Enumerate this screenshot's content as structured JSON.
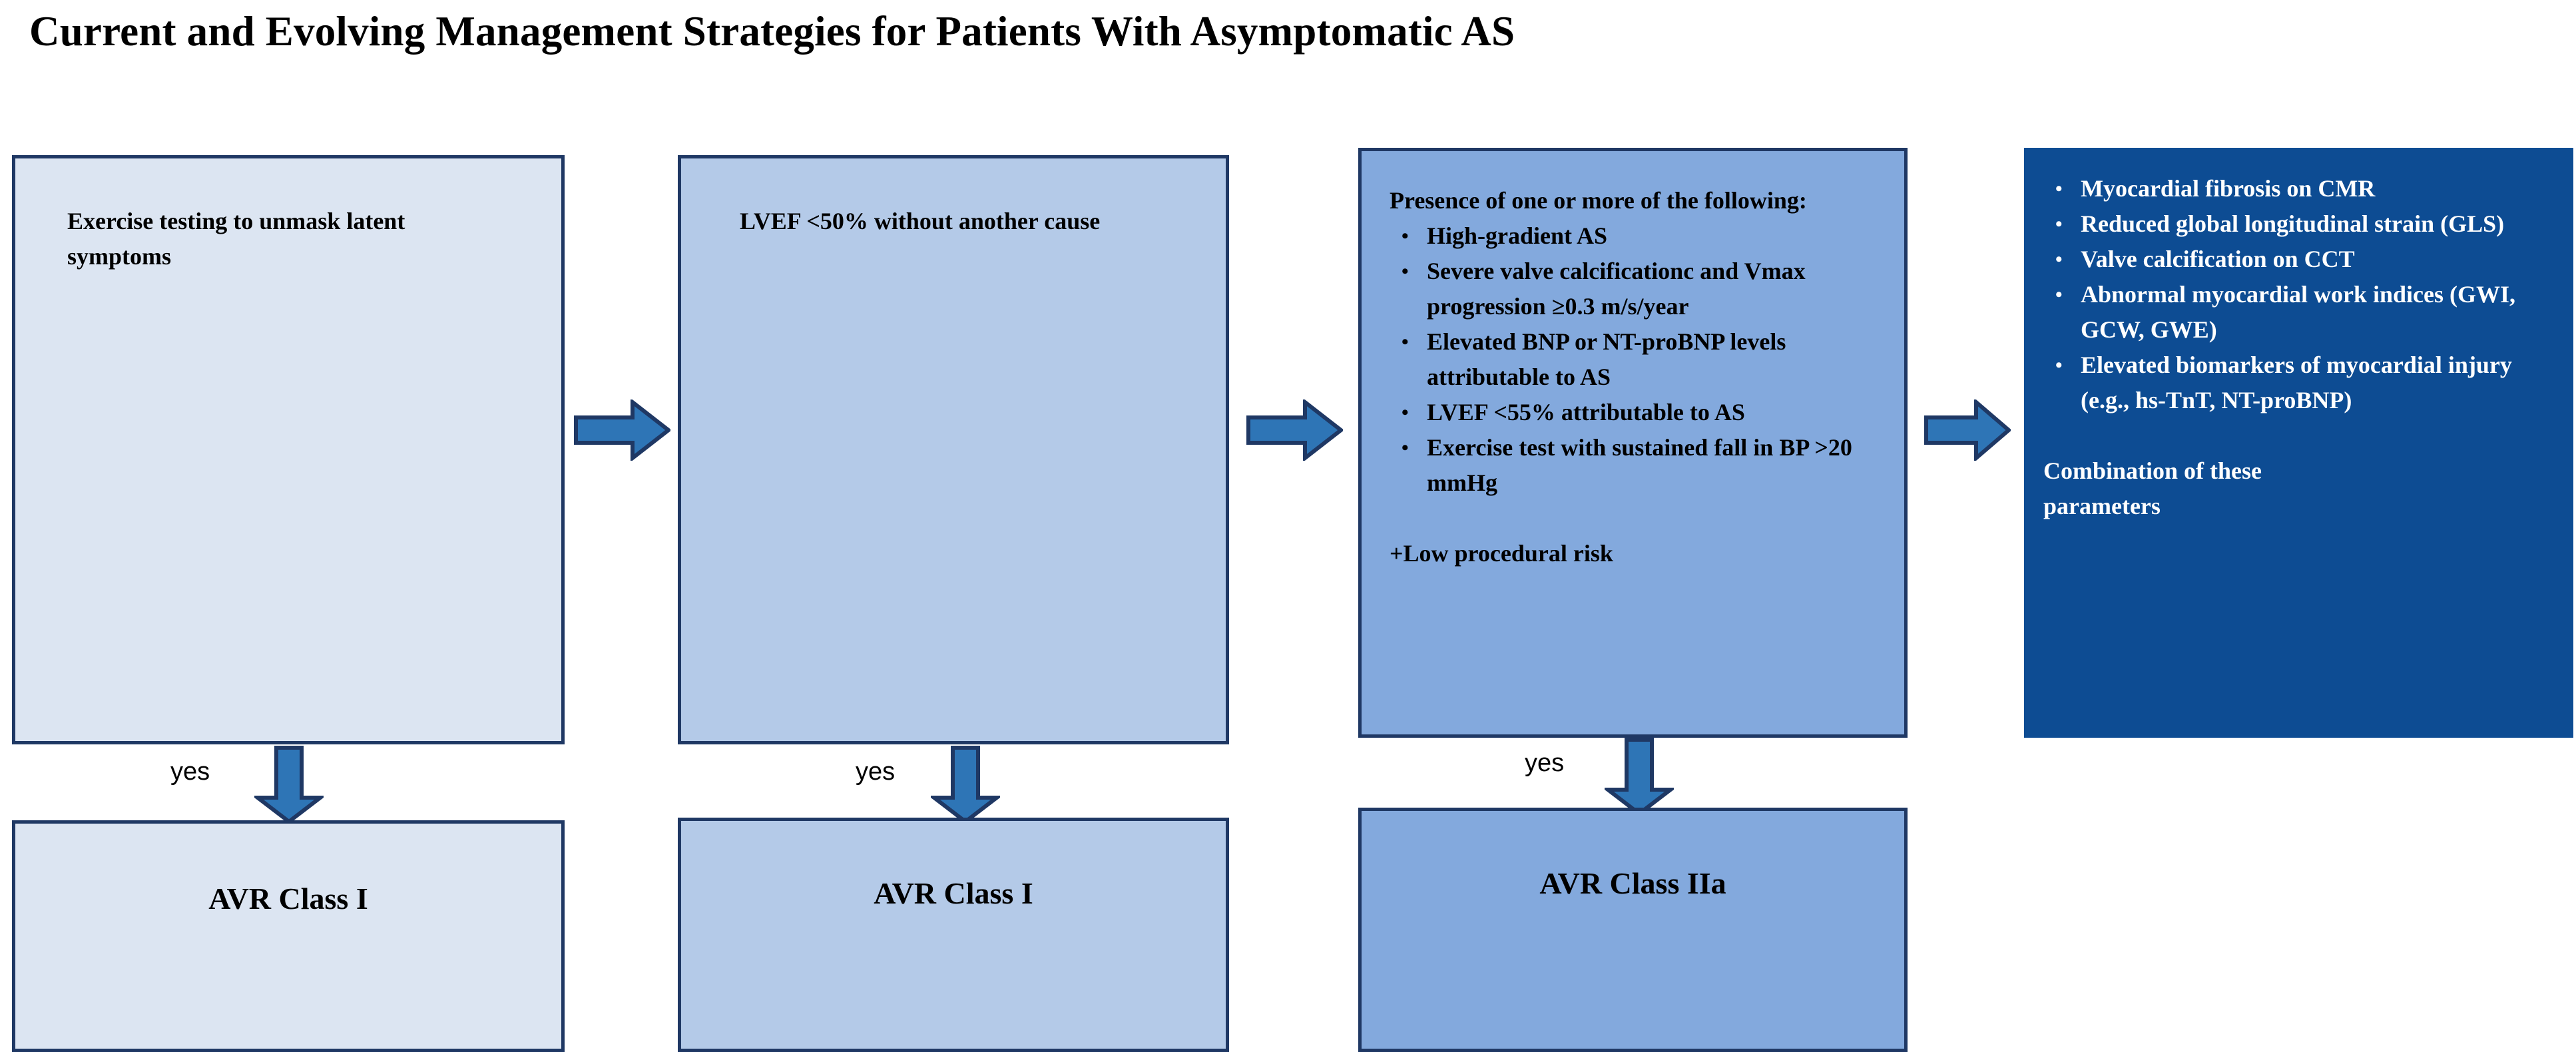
{
  "title": "Current and Evolving Management Strategies for Patients With Asymptomatic AS",
  "colors": {
    "border": "#1F3864",
    "arrow_fill": "#2E75B6",
    "arrow_stroke": "#1F3864",
    "box1_fill": "#DCE5F2",
    "box2_fill": "#B4CAE8",
    "box3_fill": "#83A9DD",
    "box4_fill": "#0D4C93",
    "box4_text": "#FFFFFF",
    "text": "#000000"
  },
  "nodes": {
    "step1": {
      "text": "Exercise testing to unmask latent symptoms"
    },
    "step2": {
      "text": "LVEF <50% without another cause"
    },
    "step3": {
      "lead": "Presence of one or more of the following:",
      "bullets": [
        "High-gradient AS",
        "Severe valve calcificationc and Vmax progression ≥0.3 m/s/year",
        "Elevated BNP or NT-proBNP levels attributable to AS",
        "LVEF <55% attributable to AS",
        "Exercise test with sustained fall in BP >20\nmmHg"
      ],
      "tail": "+Low procedural risk"
    },
    "step4": {
      "bullets": [
        "Myocardial fibrosis on CMR",
        "Reduced global longitudinal strain (GLS)",
        "Valve calcification on CCT",
        "Abnormal myocardial work indices (GWI, GCW, GWE)",
        "Elevated biomarkers of myocardial injury (e.g., hs-TnT, NT-proBNP)"
      ],
      "tail": "Combination of these parameters"
    },
    "outcome1": {
      "text": "AVR Class I"
    },
    "outcome2": {
      "text": "AVR Class I"
    },
    "outcome3": {
      "text": "AVR Class IIa"
    }
  },
  "edges": {
    "yes1": "yes",
    "yes2": "yes",
    "yes3": "yes"
  }
}
